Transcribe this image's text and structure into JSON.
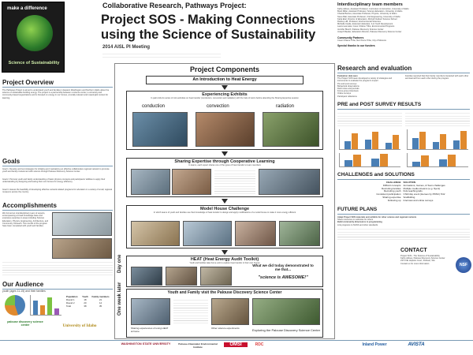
{
  "logo": {
    "top_text": "make a difference",
    "bottom_text": "Science of Sustainability"
  },
  "header": {
    "collab": "Collaborative Research, Pathways Project:",
    "title_line1": "Project SOS - Making Connections",
    "title_line2": "using the Science of Sustainability",
    "subtitle": "2014 AISL PI Meeting"
  },
  "team": {
    "heading": "Interdisciplinary team members",
    "members": [
      "Kathy Aldous, Assistant Professor, Curriculum & Instruction, University of Idaho",
      "Brant Miller, Assistant Professor, Science Education, University of Idaho",
      "Chantal Barnes, Associate Professor, Physics, University of Idaho",
      "Steve Ball, Associate Professor, Civil Engineering, University of Idaho",
      "Karla Eitel, Director of Education, McCall Outdoor Science School",
      "Rodney Hill, Professor, Environmental Sciences",
      "Michelle Castle, Extension Educator, 4-H Youth Development",
      "Laura Laumatia, Coeur d'Alene Tribe, Environmental Programs",
      "Jennifer Busch, Palouse Discovery Science Center",
      "Joseph Bauder, Education Director, Palouse Discovery Science Center"
    ],
    "community_partners_label": "Community Partners",
    "community_partners": "Coeur d'Alene Tribe, Nez Perce Tribe, City of Moscow",
    "thanks_label": "Special thanks to our funders"
  },
  "overview": {
    "heading": "Project Overview",
    "text": "The Pathways Project is aimed to understand youth and families in Eastern Washington and Northern Idaho about the science of sustainable building energy. The project is a partnership between a science center, a university and community-based organizations and is focused on energy in our homes, a locally relevant and meaningful context for learning."
  },
  "goals": {
    "heading": "Goals",
    "items": [
      "Goal 1. Develop and test strategies for initiating and maintaining an effective collaborative regional network to promote youth and family involvement with science through Palouse Discovery Science Center.",
      "Goal 2. Promote youth and family understanding of basic physics concepts and participants' abilities to apply their understanding by designing and testing their own homes for energy efficiency.",
      "Goal 3. Assess the feasibility of developing effective network-related programs for education in a variety of small, regional museums across the country."
    ]
  },
  "accomplishments": {
    "heading": "Accomplishments",
    "text": "We formed an interdisciplinary team of experts, encompassing a broad knowledge base and extensive expertise in areas including Science Education, Physics, Engineering, Architecture, and Community Outreach. Two rounds of the program have been completed with youth and families."
  },
  "audience": {
    "heading": "Our Audience",
    "subtitle": "youth (ages 11-15) and their families",
    "table_headers": [
      "Population",
      "Youth",
      "Family members"
    ],
    "table_rows": [
      [
        "Round 1",
        "18",
        "21"
      ],
      [
        "Round 2",
        "20",
        "14"
      ],
      [
        "Total",
        "38",
        "35"
      ]
    ]
  },
  "components": {
    "heading": "Project Components",
    "intro": "An Introduction to Heat Energy",
    "exhibits": "Experiencing Exhibits",
    "exhibits_sub": "In pairs kids do series of mini-activities on heat transfer (conduction, convection and radiation) with the help of tutors before attending the Sharing Expertise session",
    "conduction": "conduction",
    "convection": "convection",
    "radiation": "radiation",
    "sharing": "Sharing Expertise through Cooperative Learning",
    "sharing_sub": "In teams, each expert shares one of the types of heat transfer to team members",
    "model_house": "Model House Challenge",
    "model_house_sub": "In which teams of youth and families use their knowledge of heat transfer to design and apply modifications of a model house to make it more energy efficient",
    "heat": "HEAT (Heat Energy Audit Toolkit)",
    "heat_sub": "Youth and families take home a kit to explore heat transfer in their own homes",
    "youth_visit": "Youth and Family visit the Palouse Discovery Science Center",
    "quote_label": "What we did today demonstrated to me that...",
    "quote": "\"science is AWESOME!\"",
    "one_week_label": "One week later",
    "day_one_label": "Day one",
    "caption_left": "Sharing experiences of using HEAT at home",
    "caption_center": "Other science experiments",
    "caption_right": "Exploring the Palouse Discovery Science Center"
  },
  "research": {
    "heading": "Research and evaluation",
    "sub": "Evaluation data were",
    "left_items": [
      "The Project SOS team developed a variety of strategies and instruments to evaluate the program's impact",
      "Pre and post surveys",
      "Behavioral observations",
      "Field notes and journals",
      "Focus group interviews",
      "Online surveys",
      "Participant reflections"
    ],
    "right_text": "Families reported that their family members interacted with each other and learned from each other during the program"
  },
  "prepost": {
    "heading": "PRE and POST SURVEY RESULTS"
  },
  "challenges": {
    "heading": "CHALLENGES and SOLUTIONS",
    "col1": "CHALLENGE",
    "col2": "SOLUTION",
    "rows": [
      [
        "Difficult concepts",
        "Animations, Games, & Team challenges"
      ],
      [
        "Recruiting families",
        "Multiple media streams (e.g. flyers)"
      ],
      [
        "Recruiting youth",
        "Kids teaching kids"
      ],
      [
        "Consistent participation",
        "Child day event (Heroes by PDSC) 'Kits'"
      ],
      [
        "Sharing expertise",
        "Scaffolding"
      ],
      [
        "Following up",
        "Interview and online surveys"
      ]
    ]
  },
  "future": {
    "heading": "FUTURE PLANS",
    "items": [
      "Adapt Project SOS materials and exhibits for other science and regional contexts",
      "Share resources on websites for others",
      "Build community dimensions to programming",
      "Link programs to NGSS and other standards"
    ]
  },
  "contact": {
    "heading": "CONTACT",
    "lines": [
      "Project SOS - The Science of Sustainability",
      "Kathy Aldous, Palouse Discovery Science Center",
      "2371 NE Hopkins Court, Pullman, WA",
      "Contact us for more information"
    ]
  },
  "logos": {
    "palouse": "palouse discovery science center",
    "ui": "University of Idaho",
    "wsu": "WASHINGTON STATE UNIVERSITY",
    "palouse_clearwater": "Palouse-Clearwater Environmental Institute",
    "omsi": "OMSI",
    "rdc": "RDC",
    "inland_power": "Inland Power",
    "avista": "AVISTA",
    "nsf": "NSF"
  },
  "colors": {
    "title_dark": "#1a1a1a",
    "accent_green": "#7cc242",
    "logo_bg": "#1b1b1b",
    "rule_blue": "#7a9bb5"
  }
}
